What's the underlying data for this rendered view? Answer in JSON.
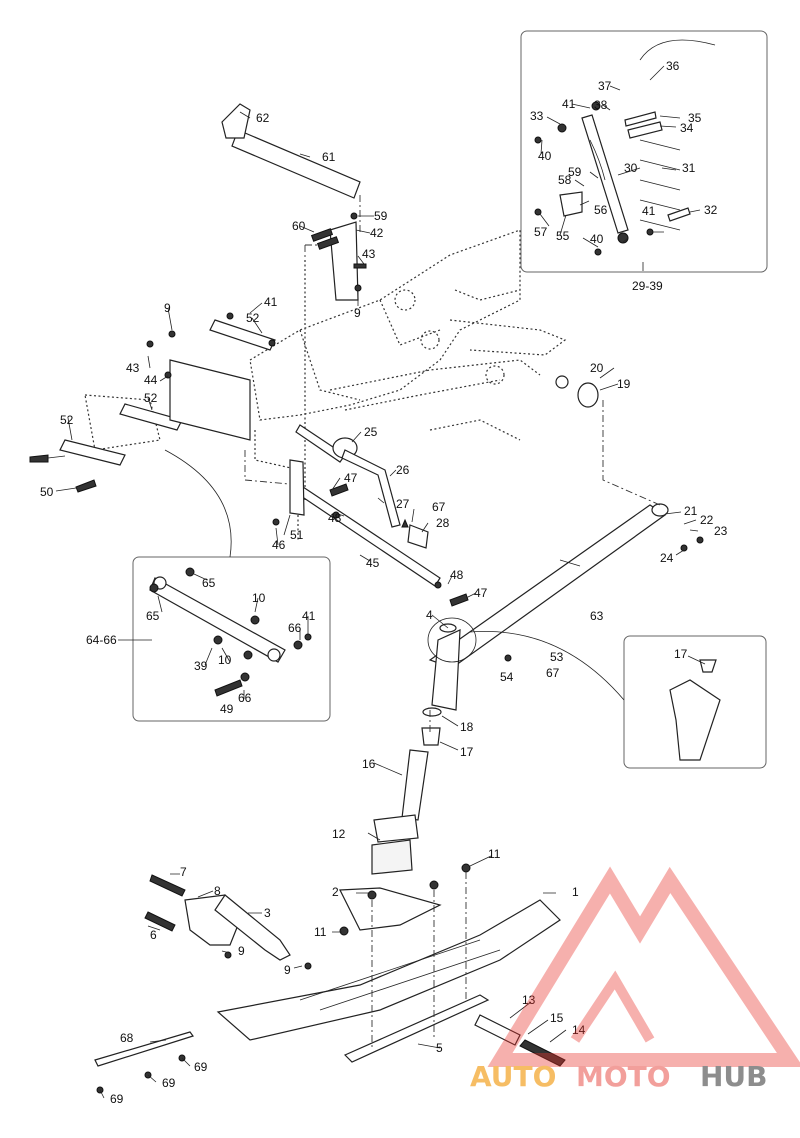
{
  "labels": {
    "l1": "1",
    "l2": "2",
    "l3": "3",
    "l4": "4",
    "l5": "5",
    "l6": "6",
    "l7": "7",
    "l8": "8",
    "l9a": "9",
    "l9b": "9",
    "l9c": "9",
    "l9d": "9",
    "l9e": "9",
    "l10a": "10",
    "l10b": "10",
    "l11a": "11",
    "l11b": "11",
    "l12": "12",
    "l13": "13",
    "l14": "14",
    "l15": "15",
    "l16": "16",
    "l17a": "17",
    "l17b": "17",
    "l18": "18",
    "l19": "19",
    "l20": "20",
    "l21": "21",
    "l22": "22",
    "l23": "23",
    "l24": "24",
    "l25": "25",
    "l26": "26",
    "l27": "27",
    "l28": "28",
    "l30": "30",
    "l31": "31",
    "l32": "32",
    "l33": "33",
    "l34": "34",
    "l35": "35",
    "l36": "36",
    "l37": "37",
    "l38": "38",
    "l39": "39",
    "l40a": "40",
    "l40b": "40",
    "l41a": "41",
    "l41b": "41",
    "l41c": "41",
    "l41d": "41",
    "l42": "42",
    "l43a": "43",
    "l43b": "43",
    "l44": "44",
    "l45": "45",
    "l46": "46",
    "l47a": "47",
    "l47b": "47",
    "l48a": "48",
    "l48b": "48",
    "l49": "49",
    "l50": "50",
    "l51": "51",
    "l52a": "52",
    "l52b": "52",
    "l52c": "52",
    "l53": "53",
    "l54": "54",
    "l55": "55",
    "l56": "56",
    "l57": "57",
    "l58": "58",
    "l59a": "59",
    "l59b": "59",
    "l60": "60",
    "l61": "61",
    "l62": "62",
    "l63": "63",
    "l65a": "65",
    "l65b": "65",
    "l66a": "66",
    "l66b": "66",
    "l67a": "67",
    "l67b": "67",
    "l68": "68",
    "l69a": "69",
    "l69b": "69",
    "l69c": "69",
    "l2939": "29-39",
    "l6466": "64-66"
  },
  "watermark": {
    "auto": "AUTO",
    "moto": "MOTO",
    "hub": "HUB",
    "colors": {
      "auto": "#f5b24a",
      "moto": "#f08f8a",
      "hub": "#7a7a7a",
      "triangle": "#e8302a"
    }
  }
}
